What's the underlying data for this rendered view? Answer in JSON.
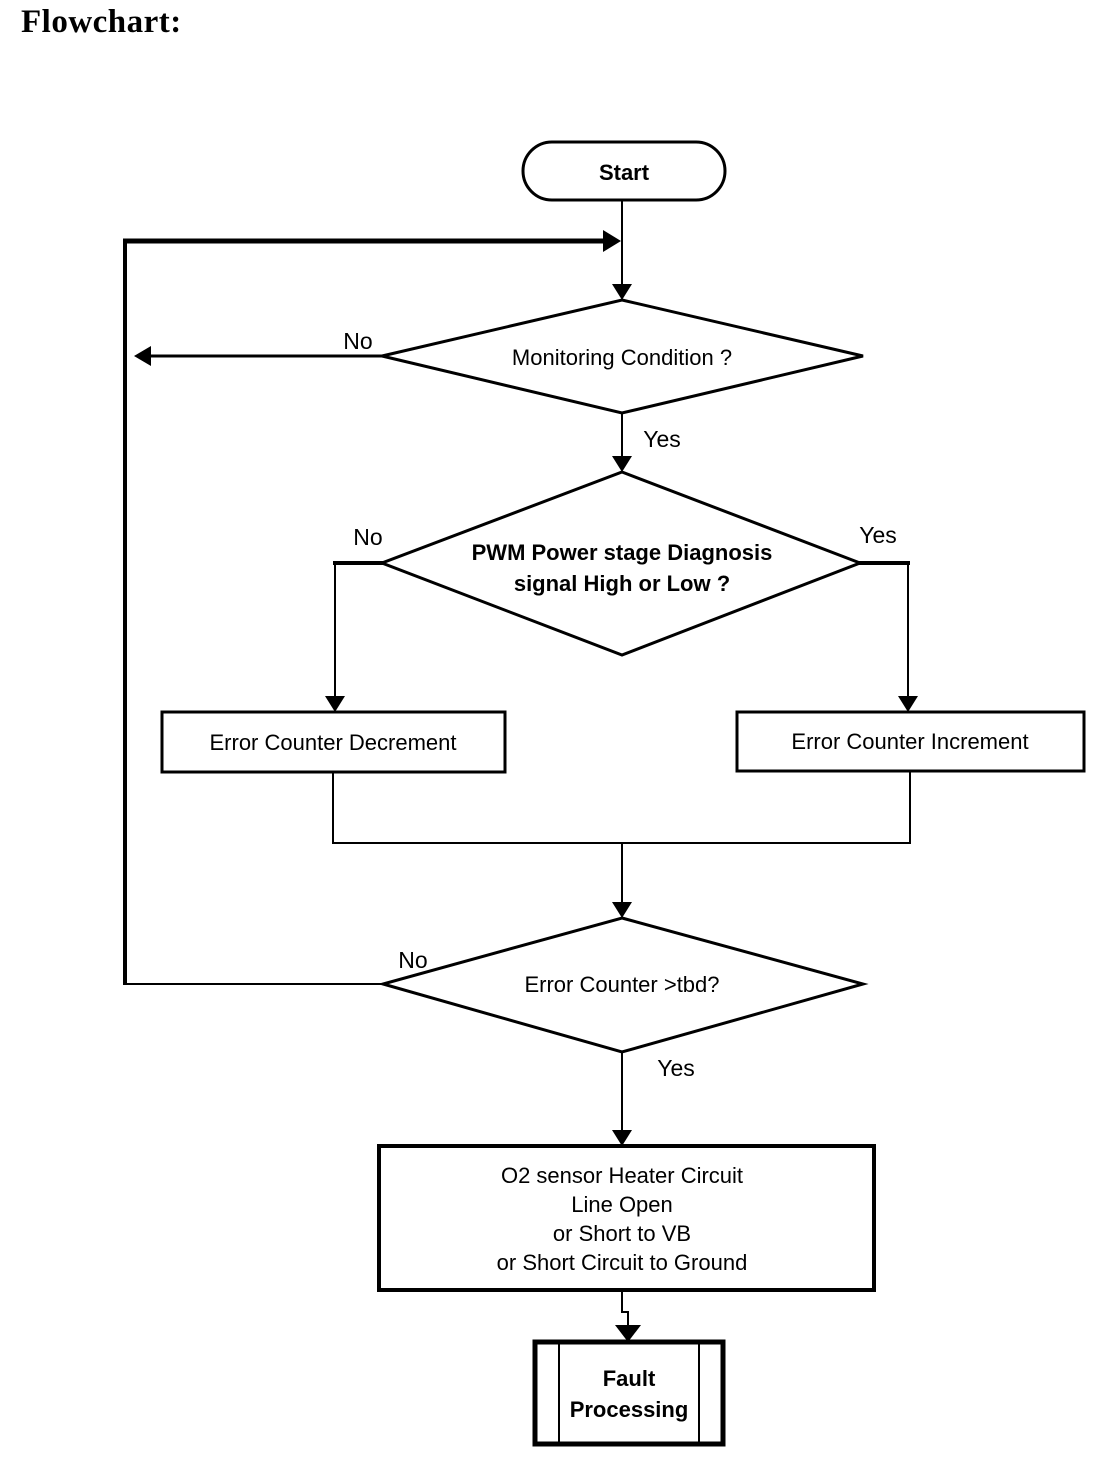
{
  "title": "Flowchart:",
  "nodes": {
    "start": {
      "type": "terminator",
      "label": "Start"
    },
    "monitoring_condition": {
      "type": "decision",
      "label": "Monitoring Condition ?"
    },
    "pwm_diagnosis": {
      "type": "decision",
      "line1": "PWM Power stage Diagnosis",
      "line2": "signal High or Low ?"
    },
    "error_counter_decrement": {
      "type": "process",
      "label": "Error Counter Decrement"
    },
    "error_counter_increment": {
      "type": "process",
      "label": "Error Counter Increment"
    },
    "error_counter_threshold": {
      "type": "decision",
      "label": "Error Counter >tbd?"
    },
    "o2_heater_fault": {
      "type": "process",
      "line1": "O2 sensor Heater Circuit",
      "line2": "Line Open",
      "line3": "or Short to VB",
      "line4": "or Short Circuit to Ground"
    },
    "fault_processing": {
      "type": "predefined_process",
      "line1": "Fault",
      "line2": "Processing"
    }
  },
  "edges": {
    "monitoring_no": "No",
    "monitoring_yes": "Yes",
    "pwm_no": "No",
    "pwm_yes": "Yes",
    "threshold_no": "No",
    "threshold_yes": "Yes"
  },
  "colors": {
    "line": "#000000",
    "background": "#ffffff",
    "text": "#000000"
  }
}
